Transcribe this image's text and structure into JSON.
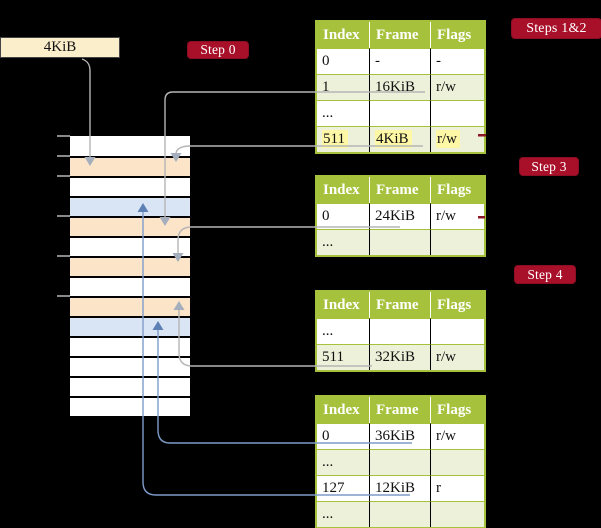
{
  "diagram": {
    "page_size_label": "4KiB",
    "badges": {
      "step0": "Step 0",
      "steps12": "Steps 1&2",
      "step3": "Step 3",
      "step4": "Step 4"
    },
    "table_headers": [
      "Index",
      "Frame",
      "Flags"
    ],
    "tables": {
      "t1": {
        "rows": [
          [
            "0",
            "-",
            "-"
          ],
          [
            "1",
            "16KiB",
            "r/w"
          ],
          [
            "...",
            "",
            ""
          ],
          [
            "511",
            "4KiB",
            "r/w"
          ]
        ]
      },
      "t2": {
        "rows": [
          [
            "0",
            "24KiB",
            "r/w"
          ],
          [
            "...",
            "",
            ""
          ]
        ]
      },
      "t3": {
        "rows": [
          [
            "...",
            "",
            ""
          ],
          [
            "511",
            "32KiB",
            "r/w"
          ]
        ]
      },
      "t4": {
        "rows": [
          [
            "0",
            "36KiB",
            "r/w"
          ],
          [
            "...",
            "",
            ""
          ],
          [
            "127",
            "12KiB",
            "r"
          ],
          [
            "...",
            "",
            ""
          ]
        ]
      }
    },
    "memory": {
      "rows": [
        {
          "color": "white"
        },
        {
          "color": "orange"
        },
        {
          "color": "white"
        },
        {
          "color": "blue"
        },
        {
          "color": "orange"
        },
        {
          "color": "white"
        },
        {
          "color": "orange"
        },
        {
          "color": "white"
        },
        {
          "color": "orange"
        },
        {
          "color": "blue"
        },
        {
          "color": "white"
        },
        {
          "color": "white"
        },
        {
          "color": "white"
        },
        {
          "color": "white"
        }
      ]
    },
    "colors": {
      "background": "#000000",
      "table_header_green": "#a6c23c",
      "table_row_green": "#edf1da",
      "highlight_yellow": "#fdf7a6",
      "memory_orange": "#fce4c8",
      "memory_blue": "#d9e5f4",
      "box_cream": "#fbeecb",
      "badge_red": "#a8102a",
      "connector_gray": "#b5b5b5",
      "connector_blue": "#7e9cca"
    }
  }
}
